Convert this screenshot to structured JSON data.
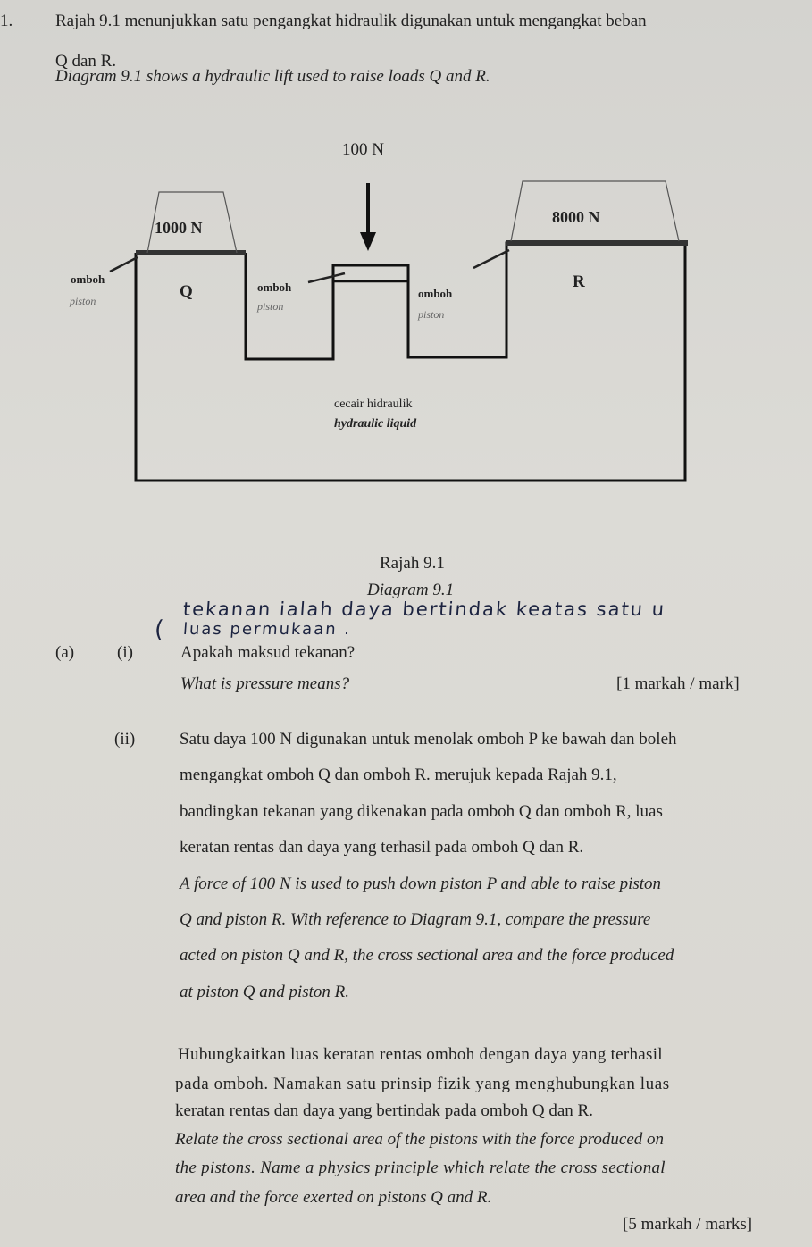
{
  "question": {
    "number": "1.",
    "intro_ms": [
      "Rajah 9.1 menunjukkan satu pengangkat hidraulik digunakan untuk mengangkat beban",
      "Q dan R."
    ],
    "intro_en": "Diagram 9.1 shows a hydraulic lift used to raise loads Q and R."
  },
  "diagram": {
    "force_label": "100 N",
    "load_q": "1000 N",
    "load_r": "8000 N",
    "piston_q": "Q",
    "piston_r": "R",
    "piston_ms": "omboh",
    "piston_en": "piston",
    "liquid_ms": "cecair hidraulik",
    "liquid_en": "hydraulic liquid",
    "caption_ms": "Rajah 9.1",
    "caption_en": "Diagram 9.1"
  },
  "handwritten_answer": [
    "tekanan ialah daya bertindak keatas satu u",
    "luas permukaan ."
  ],
  "part_a": {
    "label": "(a)",
    "i": {
      "label": "(i)",
      "question_ms": "Apakah maksud tekanan?",
      "question_en": "What is pressure means?",
      "marks": "[1 markah / mark]"
    },
    "ii": {
      "label": "(ii)",
      "para1_ms": [
        "Satu daya 100 N digunakan untuk menolak omboh P ke bawah dan boleh",
        "mengangkat omboh Q dan omboh R. merujuk kepada Rajah 9.1,",
        "bandingkan tekanan yang dikenakan pada omboh Q dan omboh R, luas",
        "keratan rentas dan daya yang terhasil pada omboh Q dan R."
      ],
      "para1_en": [
        "A force of 100 N is used to push down piston P and able to raise piston",
        "Q and piston R. With reference to Diagram 9.1, compare the pressure",
        "acted on piston Q and R, the cross sectional area and the force produced",
        "at piston Q and piston R."
      ],
      "para2_ms": [
        "Hubungkaitkan luas keratan rentas omboh dengan daya yang terhasil",
        "pada omboh. Namakan satu prinsip fizik yang menghubungkan luas",
        "keratan rentas dan daya yang bertindak pada omboh Q dan R."
      ],
      "para2_en": [
        "Relate the cross sectional area of the pistons with the force produced on",
        "the pistons. Name a physics principle which relate the cross sectional",
        "area and the force exerted on pistons Q and R."
      ],
      "marks": "[5 markah / marks]"
    }
  }
}
